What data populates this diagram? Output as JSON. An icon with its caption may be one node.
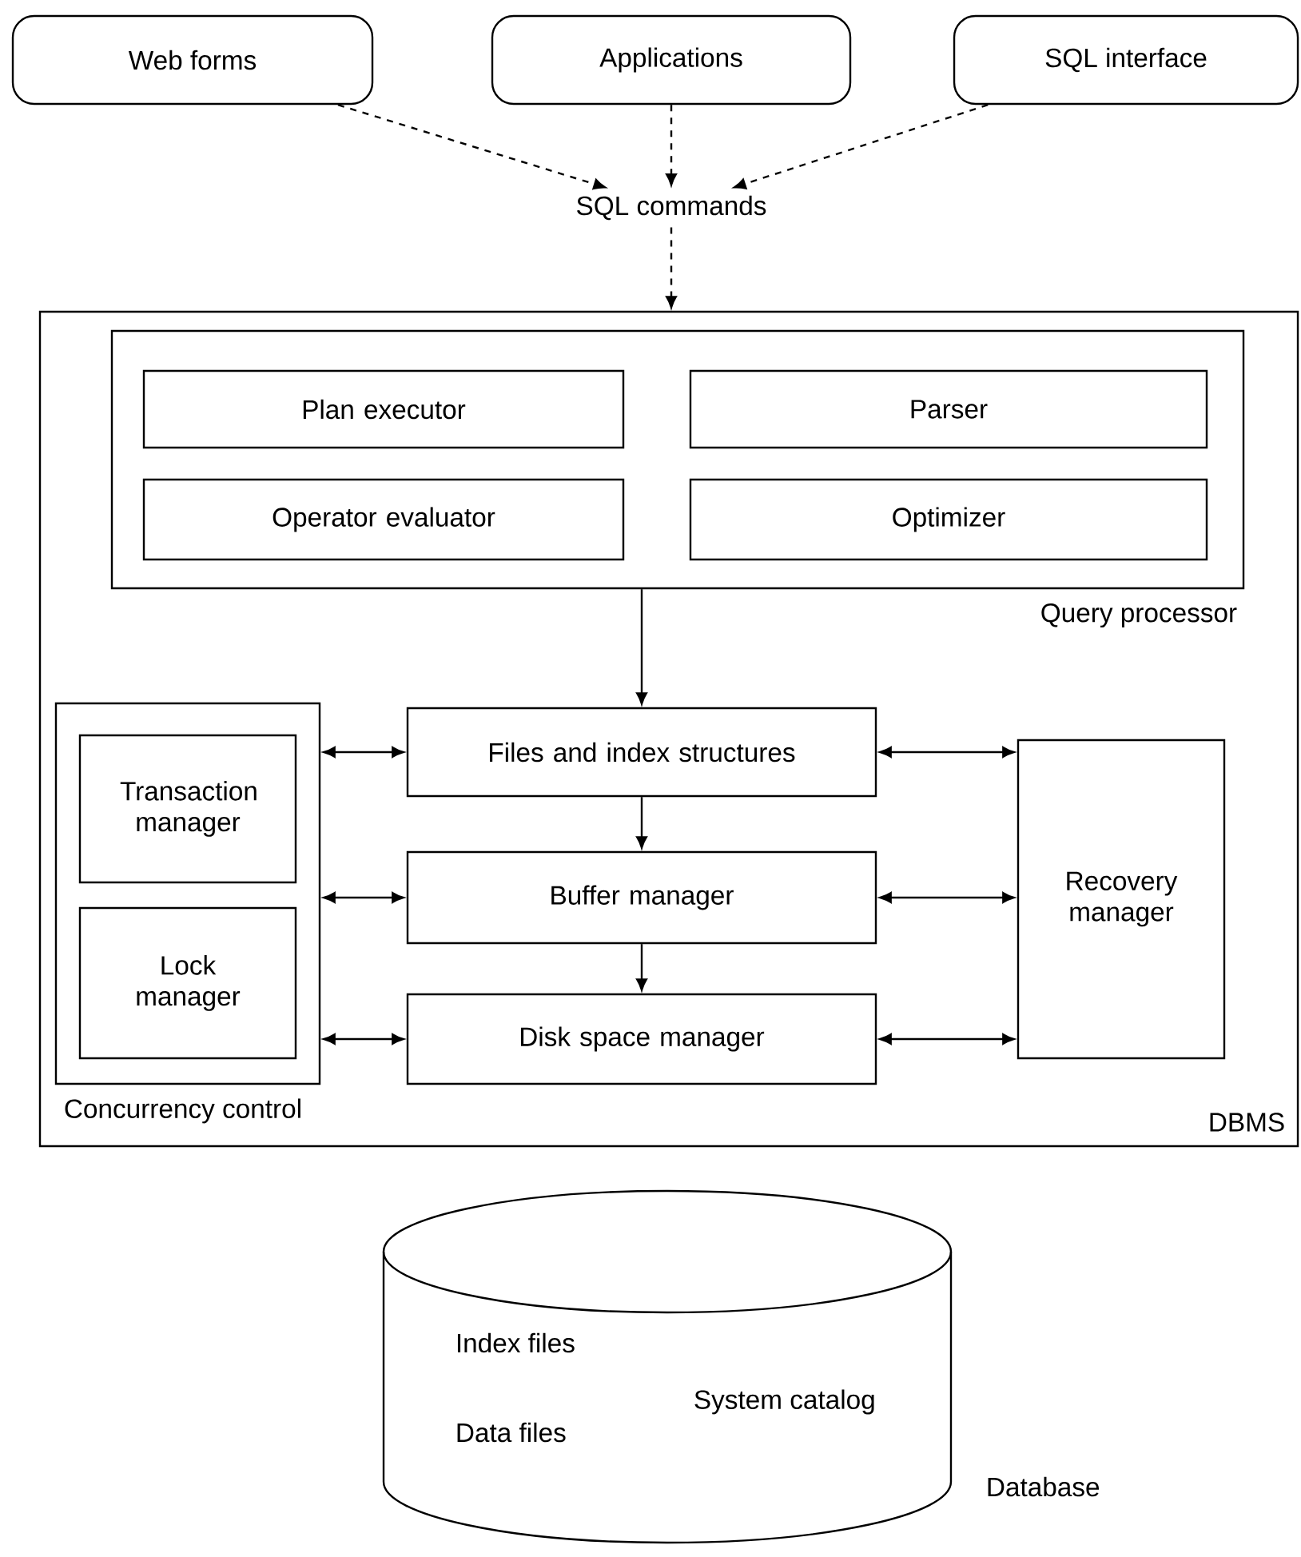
{
  "diagram": {
    "nodes": [
      {
        "text": [
          "Web forms"
        ]
      },
      {
        "text": [
          "Applications"
        ]
      },
      {
        "text": [
          "SQL interface"
        ]
      },
      {
        "text": [
          "SQL commands"
        ]
      },
      {
        "text": [
          "DBMS"
        ]
      },
      {
        "text": [
          "Query processor"
        ],
        "in": 4
      },
      {
        "text": [
          "Plan executor"
        ],
        "in": 5
      },
      {
        "text": [
          "Parser"
        ],
        "in": 5
      },
      {
        "text": [
          "Operator evaluator"
        ],
        "in": 5
      },
      {
        "text": [
          "Optimizer"
        ],
        "in": 5
      },
      {
        "text": [
          "Concurrency control"
        ],
        "in": 4
      },
      {
        "text": [
          "Transaction manager"
        ],
        "in": 10
      },
      {
        "text": [
          "Lock manager"
        ],
        "in": 10
      },
      {
        "text": [
          "Files and index structures"
        ],
        "in": 4
      },
      {
        "text": [
          "Buffer manager"
        ],
        "in": 4
      },
      {
        "text": [
          "Disk space manager"
        ],
        "in": 4
      },
      {
        "text": [
          "Recovery manager"
        ],
        "in": 4
      },
      {
        "text": [
          "Index files",
          "System catalog",
          "Data files"
        ],
        "beside": [
          "Database"
        ]
      }
    ],
    "edges": [
      {
        "from": 0,
        "to": 3,
        "arrow": "to",
        "style": "dashed"
      },
      {
        "from": 1,
        "to": 3,
        "arrow": "to",
        "style": "dashed"
      },
      {
        "from": 2,
        "to": 3,
        "arrow": "to",
        "style": "dashed"
      },
      {
        "from": 3,
        "to": 4,
        "arrow": "to",
        "style": "dashed"
      },
      {
        "from": 5,
        "to": 13,
        "arrow": "to"
      },
      {
        "from": 10,
        "to": 13,
        "arrow": "both"
      },
      {
        "from": 13,
        "to": 16,
        "arrow": "both"
      },
      {
        "from": 13,
        "to": 14,
        "arrow": "to"
      },
      {
        "from": 10,
        "to": 14,
        "arrow": "both"
      },
      {
        "from": 14,
        "to": 16,
        "arrow": "both"
      },
      {
        "from": 14,
        "to": 15,
        "arrow": "to"
      },
      {
        "from": 10,
        "to": 15,
        "arrow": "both"
      },
      {
        "from": 15,
        "to": 16,
        "arrow": "both"
      }
    ]
  }
}
